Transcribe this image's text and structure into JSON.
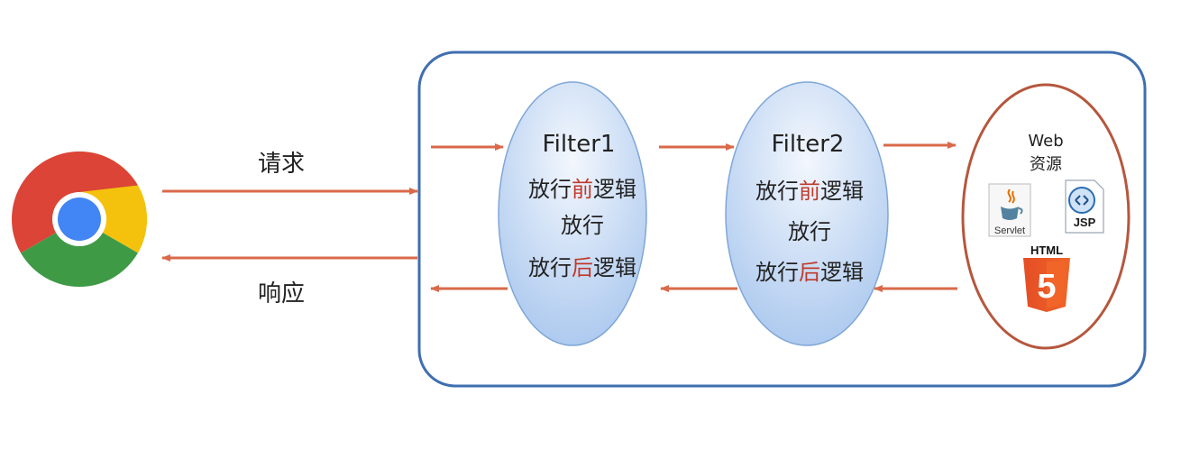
{
  "arrows": {
    "request_label": "请求",
    "response_label": "响应"
  },
  "filters": [
    {
      "name": "Filter1",
      "line1_a": "放行",
      "line1_b": "前",
      "line1_c": "逻辑",
      "line2": "放行",
      "line3_a": "放行",
      "line3_b": "后",
      "line3_c": "逻辑"
    },
    {
      "name": "Filter2",
      "line1_a": "放行",
      "line1_b": "前",
      "line1_c": "逻辑",
      "line2": "放行",
      "line3_a": "放行",
      "line3_b": "后",
      "line3_c": "逻辑"
    }
  ],
  "web_resource": {
    "title_line1": "Web",
    "title_line2": "资源",
    "servlet_label": "Servlet",
    "jsp_label": "JSP",
    "html_label": "HTML",
    "html5_number": "5"
  },
  "colors": {
    "arrow": "#d9694a",
    "container_border": "#3f6fb0",
    "filter_fill_top": "#eaf1fb",
    "filter_fill_bottom": "#a9c7ee",
    "resource_border": "#b5573d",
    "highlight_text": "#c0392b",
    "html5_orange": "#e44d26"
  },
  "icons": {
    "browser": "chrome-icon",
    "servlet": "java-servlet-icon",
    "jsp": "jsp-icon",
    "html5": "html5-icon"
  }
}
